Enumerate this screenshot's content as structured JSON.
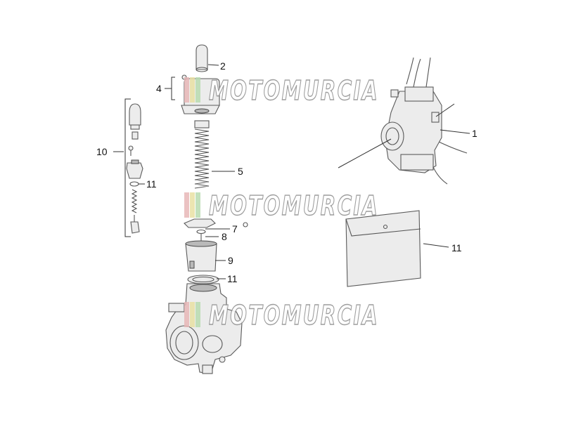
{
  "watermark": {
    "text": "MOTOMURCIA",
    "stripe_colors": [
      "#e8b7b7",
      "#e9e0a3",
      "#b9dcb0"
    ]
  },
  "callouts": {
    "c1": "1",
    "c2": "2",
    "c4": "4",
    "c5": "5",
    "c7": "7",
    "c8": "8",
    "c9": "9",
    "c10": "10",
    "c11_kit": "11",
    "c11_ring": "11",
    "c11_bag": "11"
  },
  "colors": {
    "line": "#555555",
    "part_fill": "#ececec",
    "text": "#111111"
  }
}
